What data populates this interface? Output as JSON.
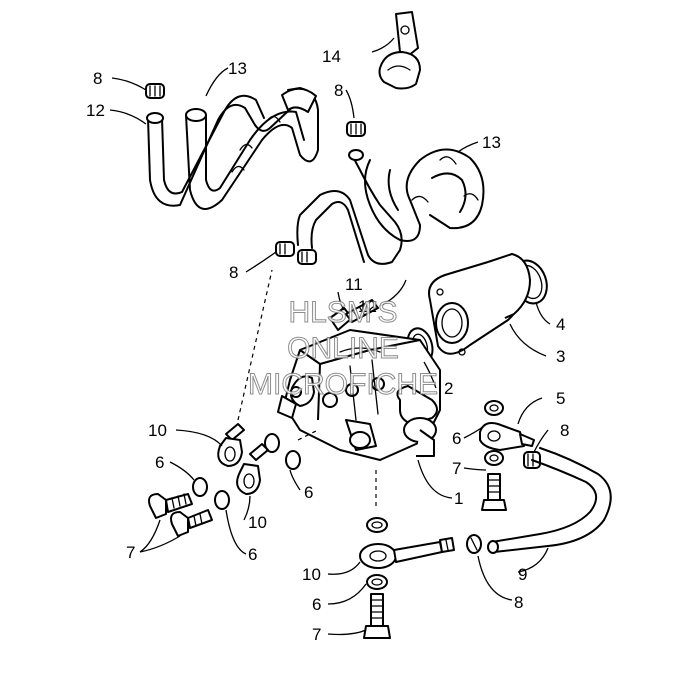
{
  "watermark": {
    "line1": "HLSM'S",
    "line2": "ONLINE",
    "line3": "MICROFICHE"
  },
  "callouts": {
    "c14": "14",
    "c13a": "13",
    "c8a": "8",
    "c12a": "12",
    "c8b": "8",
    "c13b": "13",
    "c8c": "8",
    "c11": "11",
    "c12b": "12",
    "c4": "4",
    "c3": "3",
    "c2": "2",
    "c5": "5",
    "c6a": "6",
    "c8d": "8",
    "c10a": "10",
    "c6b": "6",
    "c7a": "7",
    "c1": "1",
    "c6c": "6",
    "c10b": "10",
    "c7b": "7",
    "c6d": "6",
    "c9": "9",
    "c10c": "10",
    "c8e": "8",
    "c6e": "6",
    "c7c": "7"
  }
}
